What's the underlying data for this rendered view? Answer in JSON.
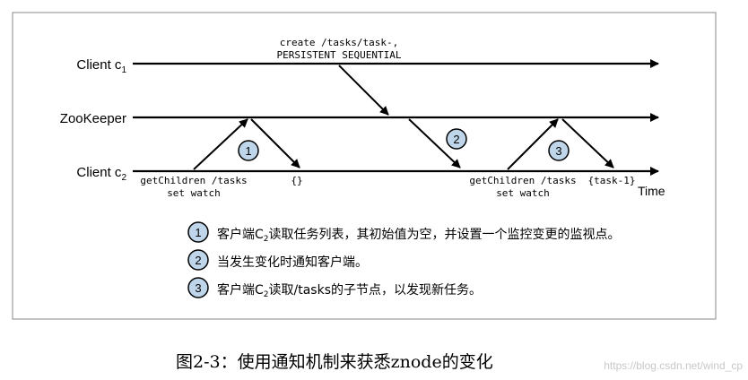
{
  "timelines": {
    "client1": {
      "name": "Client c",
      "sub": "1"
    },
    "zookeeper": {
      "name": "ZooKeeper"
    },
    "client2": {
      "name": "Client c",
      "sub": "2"
    },
    "time_label": "Time"
  },
  "ops": {
    "create_line1": "create /tasks/task-,",
    "create_line2": "PERSISTENT SEQUENTIAL",
    "getchildren1_line1": "getChildren /tasks",
    "getchildren1_line2": "set watch",
    "response1": "{}",
    "getchildren2_line1": "getChildren /tasks",
    "getchildren2_line2": "set watch",
    "response2": "{task-1}"
  },
  "markers": [
    "1",
    "2",
    "3"
  ],
  "legend": [
    {
      "num": "1",
      "pre": "客户端C",
      "sub": "2",
      "post": "读取任务列表，其初始值为空，并设置一个监控变更的监视点。"
    },
    {
      "num": "2",
      "pre": "当发生变化时通知客户端。",
      "sub": "",
      "post": ""
    },
    {
      "num": "3",
      "pre": "客户端C",
      "sub": "2",
      "post": "读取/tasks的子节点，以发现新任务。"
    }
  ],
  "caption": "图2-3：使用通知机制来获悉znode的变化",
  "watermark": "https://blog.csdn.net/wind_cp",
  "colors": {
    "line": "#000000",
    "marker_fill": "#bfd6ea",
    "frame_border": "#888888"
  }
}
